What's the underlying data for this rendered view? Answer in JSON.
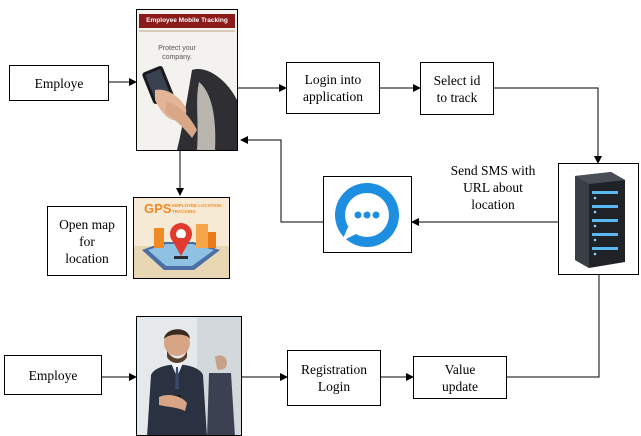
{
  "nodes": {
    "employee_top": "Employe",
    "login_app": "Login into\napplication",
    "select_id": "Select id\nto track",
    "open_map": "Open map\nfor\nlocation",
    "employee_bottom": "Employe",
    "registration": "Registration\nLogin",
    "value_update": "Value\nupdate"
  },
  "annotations": {
    "send_sms": "Send SMS with\nURL about\nlocation"
  },
  "images": {
    "tracking_card_title": "Employee Mobile Tracking",
    "tracking_card_tagline": "Protect your\ncompany.",
    "gps_title": "GPS",
    "gps_subtitle": "EMPLOYEE LOCATION\nTRACKING"
  },
  "icons": {
    "chat": "chat-bubble-icon",
    "server": "server-icon",
    "person": "businessman-phone-icon",
    "map_pin": "map-pin-icon"
  },
  "colors": {
    "chat_blue": "#1e8fe0",
    "card_red": "#8b1a1a",
    "gps_orange": "#f08a24",
    "server_dark": "#2a2d33",
    "server_light": "#5bb7f0"
  }
}
